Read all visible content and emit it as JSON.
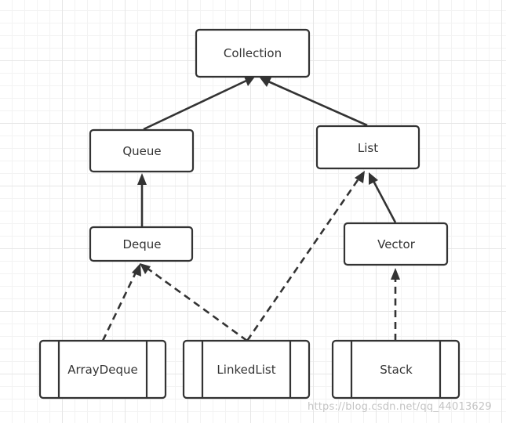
{
  "nodes": {
    "collection": "Collection",
    "queue": "Queue",
    "list": "List",
    "deque": "Deque",
    "vector": "Vector",
    "array_deque": "ArrayDeque",
    "linked_list": "LinkedList",
    "stack": "Stack"
  },
  "watermark": "https://blog.csdn.net/qq_44013629",
  "colors": {
    "stroke": "#333333",
    "grid": "#e6e6e6",
    "background": "#ffffff"
  }
}
